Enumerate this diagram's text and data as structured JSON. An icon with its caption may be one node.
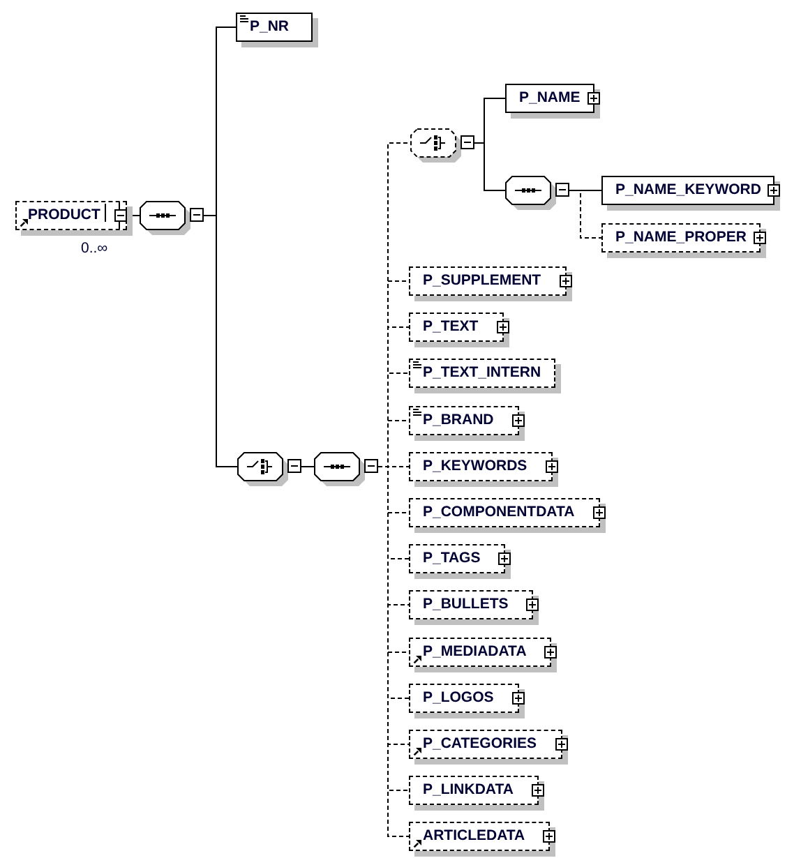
{
  "diagram": {
    "nodes": [
      {
        "text": [
          "PRODUCT"
        ],
        "beside": [
          "0..∞"
        ]
      },
      {
        "text": [],
        "shape": "octagon"
      },
      {
        "text": [
          "P_NR"
        ]
      },
      {
        "text": [],
        "shape": "octagon"
      },
      {
        "text": [],
        "shape": "octagon"
      },
      {
        "text": [],
        "shape": "octagon"
      },
      {
        "text": [
          "P_NAME"
        ]
      },
      {
        "text": [],
        "shape": "octagon"
      },
      {
        "text": [
          "P_NAME_KEYWORD"
        ]
      },
      {
        "text": [
          "P_NAME_PROPER"
        ]
      },
      {
        "text": [
          "P_SUPPLEMENT"
        ]
      },
      {
        "text": [
          "P_TEXT"
        ]
      },
      {
        "text": [
          "P_TEXT_INTERN"
        ]
      },
      {
        "text": [
          "P_BRAND"
        ]
      },
      {
        "text": [
          "P_KEYWORDS"
        ]
      },
      {
        "text": [
          "P_COMPONENTDATA"
        ]
      },
      {
        "text": [
          "P_TAGS"
        ]
      },
      {
        "text": [
          "P_BULLETS"
        ]
      },
      {
        "text": [
          "P_MEDIADATA"
        ]
      },
      {
        "text": [
          "P_LOGOS"
        ]
      },
      {
        "text": [
          "P_CATEGORIES"
        ]
      },
      {
        "text": [
          "P_LINKDATA"
        ]
      },
      {
        "text": [
          "ARTICLEDATA"
        ]
      }
    ],
    "edges": [
      {
        "from": 0,
        "to": 1,
        "arrow": "none"
      },
      {
        "from": 1,
        "to": 2,
        "arrow": "none"
      },
      {
        "from": 1,
        "to": 3,
        "arrow": "none"
      },
      {
        "from": 3,
        "to": 4,
        "arrow": "none"
      },
      {
        "from": 4,
        "to": 5,
        "arrow": "none",
        "style": "dashed"
      },
      {
        "from": 5,
        "to": 6,
        "arrow": "none"
      },
      {
        "from": 5,
        "to": 7,
        "arrow": "none"
      },
      {
        "from": 7,
        "to": 8,
        "arrow": "none"
      },
      {
        "from": 7,
        "to": 9,
        "arrow": "none",
        "style": "dashed"
      },
      {
        "from": 4,
        "to": 10,
        "arrow": "none",
        "style": "dashed"
      },
      {
        "from": 4,
        "to": 11,
        "arrow": "none",
        "style": "dashed"
      },
      {
        "from": 4,
        "to": 12,
        "arrow": "none",
        "style": "dashed"
      },
      {
        "from": 4,
        "to": 13,
        "arrow": "none",
        "style": "dashed"
      },
      {
        "from": 4,
        "to": 14,
        "arrow": "none",
        "style": "dashed"
      },
      {
        "from": 4,
        "to": 15,
        "arrow": "none",
        "style": "dashed"
      },
      {
        "from": 4,
        "to": 16,
        "arrow": "none",
        "style": "dashed"
      },
      {
        "from": 4,
        "to": 17,
        "arrow": "none",
        "style": "dashed"
      },
      {
        "from": 4,
        "to": 18,
        "arrow": "none",
        "style": "dashed"
      },
      {
        "from": 4,
        "to": 19,
        "arrow": "none",
        "style": "dashed"
      },
      {
        "from": 4,
        "to": 20,
        "arrow": "none",
        "style": "dashed"
      },
      {
        "from": 4,
        "to": 21,
        "arrow": "none",
        "style": "dashed"
      },
      {
        "from": 4,
        "to": 22,
        "arrow": "none",
        "style": "dashed"
      }
    ]
  }
}
